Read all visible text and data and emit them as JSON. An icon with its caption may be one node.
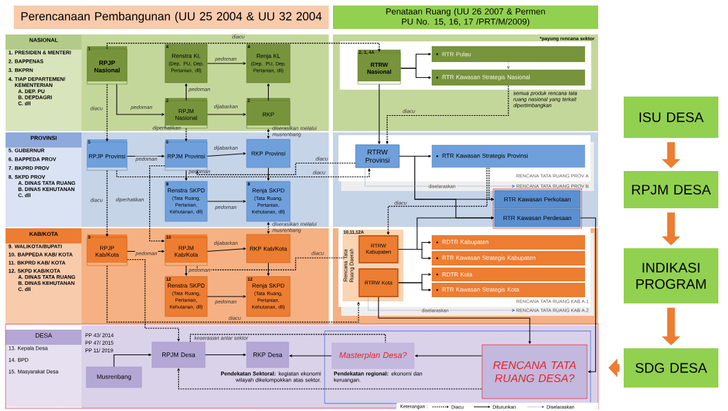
{
  "diagram": {
    "nodes": [
      {
        "text": [
          "Perencanaan Pembangunan (UU 25 2004 & UU 32 2004"
        ]
      },
      {
        "text": [
          "Penataan Ruang (UU 26 2007 & Permen PU No. 15, 16, 17 /PRT/M/2009)"
        ]
      },
      {
        "text": [
          "NASIONAL",
          "1. PRESIDEN & MENTERI",
          "2. BAPPENAS",
          "3. BKPRN",
          "4. TIAP DEPARTEMEN/ KEMENTERIAN",
          "A. DEP. PU",
          "B. DEPDAGRI",
          "C. dll"
        ]
      },
      {
        "text": [
          "PROVINSI",
          "5. GUBERNUR",
          "6. BAPPEDA PROV",
          "7. BKPRD PROV",
          "8. SKPD PROV",
          "A. DINAS TATA RUANG",
          "B. DINAS KEHUTANAN",
          "C. dll"
        ]
      },
      {
        "text": [
          "KAB/KOTA",
          "9. WALIKOTA/BUPATI",
          "10. BAPPEDA KAB/ KOTA",
          "11. BKPRD KAB/ KOTA",
          "12. SKPD KAB/KOTA",
          "A. DINAS TATA RUANG",
          "B. DINAS KEHUTANAN",
          "C. dll"
        ]
      },
      {
        "text": [
          "DESA",
          "13. Kepala Desa",
          "14. BPD",
          "15. Masyarakat Desa"
        ]
      },
      {
        "text": [
          "1",
          "RPJP Nasional"
        ]
      },
      {
        "text": [
          "4",
          "Renstra KL",
          "(Dep. PU, Dep. Pertanian, dll)"
        ]
      },
      {
        "text": [
          "4",
          "Renja KL",
          "(Dep. PU, Dep. Pertanian, dll)"
        ]
      },
      {
        "text": [
          "2",
          "RPJM Nasional"
        ]
      },
      {
        "text": [
          "2",
          "RKP"
        ]
      },
      {
        "text": [
          "5",
          "RPJP Provinsi"
        ]
      },
      {
        "text": [
          "6",
          "RPJM Provinsi"
        ]
      },
      {
        "text": [
          "RKP Provinsi"
        ]
      },
      {
        "text": [
          "8",
          "Renstra SKPD",
          "(Tata Ruang, Pertanian, Kehutanan, dll)"
        ]
      },
      {
        "text": [
          "8",
          "Renja SKPD",
          "(Tata Ruang, Pertanian, Kehutanan, dll)"
        ]
      },
      {
        "text": [
          "9",
          "RPJP Kab/Kota"
        ]
      },
      {
        "text": [
          "10",
          "RPJM Kab/Kota"
        ]
      },
      {
        "text": [
          "RKP Kab/Kota"
        ]
      },
      {
        "text": [
          "12",
          "Renstra SKPD",
          "(Tata Ruang, Pertanian, Kehutanan, dll)"
        ]
      },
      {
        "text": [
          "12",
          "Renja SKPD",
          "(Tata Ruang, Pertanian, Kehutanan, dll)"
        ]
      },
      {
        "text": [
          "RPJM Desa"
        ]
      },
      {
        "text": [
          "RKP Desa"
        ]
      },
      {
        "text": [
          "Musrenbang"
        ]
      },
      {
        "text": [
          "Masterplan Desa?"
        ]
      },
      {
        "text": [
          "RENCANA TATA RUANG DESA?"
        ]
      },
      {
        "text": [
          "2, 3, 4A",
          "RTRW Nasional"
        ]
      },
      {
        "text": [
          "RTR Pulau"
        ]
      },
      {
        "text": [
          "RTR Kawasan Strategis Nasional"
        ]
      },
      {
        "text": [
          "RTRW Provinsi"
        ]
      },
      {
        "text": [
          "RTR Kawasan Strategis Provinsi"
        ]
      },
      {
        "text": [
          "RTR Kawasan Perkotaan"
        ]
      },
      {
        "text": [
          "RTR Kawasan Perdesaan"
        ]
      },
      {
        "text": [
          "10,11,12A",
          "Rencana Tata Ruang Daerah"
        ]
      },
      {
        "text": [
          "RTRW Kabupaten"
        ],
        "in": 33
      },
      {
        "text": [
          "RTRW Kota"
        ],
        "in": 33
      },
      {
        "text": [
          "RDTR Kabupaten"
        ]
      },
      {
        "text": [
          "RTR Kawasan Strategis Kabupaten"
        ]
      },
      {
        "text": [
          "RDTR Kota"
        ]
      },
      {
        "text": [
          "RTR Kawasan Strategis Kota"
        ]
      },
      {
        "text": [
          "ISU DESA"
        ]
      },
      {
        "text": [
          "RPJM DESA"
        ]
      },
      {
        "text": [
          "INDIKASI PROGRAM"
        ]
      },
      {
        "text": [
          "SDG DESA"
        ]
      },
      {
        "text": [
          "RENCANA TATA RUANG PROV B"
        ]
      },
      {
        "text": [
          "RENCANA TATA RUANG KAB A.2"
        ]
      }
    ],
    "edges": [
      {
        "from": 6,
        "to": 9,
        "arrow": "to",
        "label": "pedoman"
      },
      {
        "from": 9,
        "to": 7,
        "arrow": "to",
        "label": "pedoman"
      },
      {
        "from": 7,
        "to": 8,
        "arrow": "to",
        "label": "pedoman"
      },
      {
        "from": 9,
        "to": 10,
        "arrow": "to",
        "label": "dijabarkan"
      },
      {
        "from": 10,
        "to": 8,
        "arrow": "to"
      },
      {
        "from": 6,
        "to": 11,
        "arrow": "to",
        "label": "diacu",
        "style": "dashed"
      },
      {
        "from": 6,
        "to": 26,
        "arrow": "to",
        "label": "diacu",
        "style": "dashed"
      },
      {
        "from": 9,
        "to": 12,
        "arrow": "to",
        "label": "diperhatikan",
        "style": "dashed"
      },
      {
        "from": 10,
        "to": 13,
        "arrow": "both",
        "label": "diserasikan melalui musrenbang",
        "style": "dashed"
      },
      {
        "from": 11,
        "to": 12,
        "arrow": "to",
        "label": "pedoman"
      },
      {
        "from": 12,
        "to": 13,
        "arrow": "to",
        "label": "dijabarkan"
      },
      {
        "from": 12,
        "to": 14,
        "arrow": "to",
        "label": "pedoman"
      },
      {
        "from": 13,
        "to": 15,
        "arrow": "to"
      },
      {
        "from": 14,
        "to": 15,
        "arrow": "to",
        "label": "pedoman"
      },
      {
        "from": 29,
        "to": 12,
        "arrow": "to",
        "label": "diacu",
        "style": "dashed"
      },
      {
        "from": 11,
        "to": 29,
        "arrow": "to",
        "label": "diacu",
        "style": "dashed"
      },
      {
        "from": 11,
        "to": 16,
        "arrow": "to",
        "label": "diacu",
        "style": "dashed"
      },
      {
        "from": 12,
        "to": 17,
        "arrow": "to",
        "label": "diperhatikan",
        "style": "dashed"
      },
      {
        "from": 15,
        "to": 18,
        "arrow": "both",
        "label": "diserasikan melalui musrenbang",
        "style": "dashed"
      },
      {
        "from": 16,
        "to": 17,
        "arrow": "to",
        "label": "pedoman"
      },
      {
        "from": 17,
        "to": 18,
        "arrow": "to",
        "label": "dijabarkan"
      },
      {
        "from": 17,
        "to": 19,
        "arrow": "to",
        "label": "pedoman"
      },
      {
        "from": 18,
        "to": 20,
        "arrow": "to"
      },
      {
        "from": 19,
        "to": 20,
        "arrow": "to",
        "label": "pedoman"
      },
      {
        "from": 33,
        "to": 17,
        "arrow": "to",
        "label": "diacu",
        "style": "dashed"
      },
      {
        "from": 16,
        "to": 33,
        "arrow": "to",
        "label": "diacu",
        "style": "dashed"
      },
      {
        "from": 16,
        "to": 21,
        "arrow": "to",
        "style": "dashed"
      },
      {
        "from": 21,
        "to": 22,
        "arrow": "to"
      },
      {
        "from": 23,
        "to": 21,
        "arrow": "to"
      },
      {
        "from": 24,
        "to": 22,
        "arrow": "to"
      },
      {
        "from": 25,
        "to": 24,
        "arrow": "to"
      },
      {
        "from": 25,
        "to": 21,
        "arrow": "to",
        "style": "dashed"
      },
      {
        "from": 21,
        "to": 24,
        "arrow": "none",
        "label": "keserasian antar sektor",
        "style": "dashed"
      },
      {
        "from": 35,
        "to": 25,
        "arrow": "to"
      },
      {
        "from": 32,
        "to": 25,
        "arrow": "to"
      },
      {
        "from": 26,
        "to": 27,
        "arrow": "to"
      },
      {
        "from": 26,
        "to": 28,
        "arrow": "to"
      },
      {
        "from": 27,
        "to": 28,
        "arrow": "to",
        "style": "dashed",
        "color": "#808080"
      },
      {
        "from": 26,
        "to": 29,
        "arrow": "to"
      },
      {
        "from": 28,
        "to": 29,
        "arrow": "to",
        "label": "diacu",
        "style": "dashed"
      },
      {
        "from": 29,
        "to": 30,
        "arrow": "to"
      },
      {
        "from": 29,
        "to": 31,
        "arrow": "to"
      },
      {
        "from": 29,
        "to": 32,
        "arrow": "to"
      },
      {
        "from": 34,
        "to": 32,
        "arrow": "to"
      },
      {
        "from": 34,
        "to": 36,
        "arrow": "to"
      },
      {
        "from": 34,
        "to": 37,
        "arrow": "to"
      },
      {
        "from": 35,
        "to": 38,
        "arrow": "to"
      },
      {
        "from": 35,
        "to": 39,
        "arrow": "to"
      },
      {
        "from": 30,
        "to": 31,
        "arrow": "to",
        "style": "dashed"
      },
      {
        "from": 30,
        "to": 34,
        "arrow": "to",
        "label": "diacu",
        "style": "dashed"
      },
      {
        "from": 29,
        "to": 44,
        "arrow": "to",
        "label": "diselaraskan",
        "style": "dashed",
        "color": "#4472c4"
      },
      {
        "from": 35,
        "to": 45,
        "arrow": "to",
        "label": "diselaraskan",
        "style": "dashed",
        "color": "#4472c4"
      },
      {
        "from": 40,
        "to": 41,
        "arrow": "to",
        "style": "thick",
        "color": "#ed7d31"
      },
      {
        "from": 41,
        "to": 42,
        "arrow": "to",
        "style": "thick",
        "color": "#ed7d31"
      },
      {
        "from": 42,
        "to": 43,
        "arrow": "to",
        "style": "thick",
        "color": "#ed7d31"
      },
      {
        "from": 43,
        "to": null,
        "arrow": "to",
        "style": "thick",
        "color": "#ed7d31"
      }
    ],
    "labels": [
      "*payung rencana sektor",
      "semua produk rencana tata ruang nasional yang terkait dipertimbangkan",
      "RENCANA TATA RUANG PROV A",
      "RENCANA TATA RUANG KAB A.1",
      "PP 43/ 2014",
      "PP 47/ 2015",
      "PP 11/ 2019",
      "**Pendekatan Sektoral:** kegiatan ekonomi wilayah dikelompokkan atas sektor.",
      "**Pendekatan regional:** ekonomi dan keruangan.",
      "Keterangan :"
    ],
    "legend": [
      {
        "text": "Diacu"
      },
      {
        "text": "Diturunkan"
      },
      {
        "text": "Diselaraskan"
      }
    ]
  }
}
